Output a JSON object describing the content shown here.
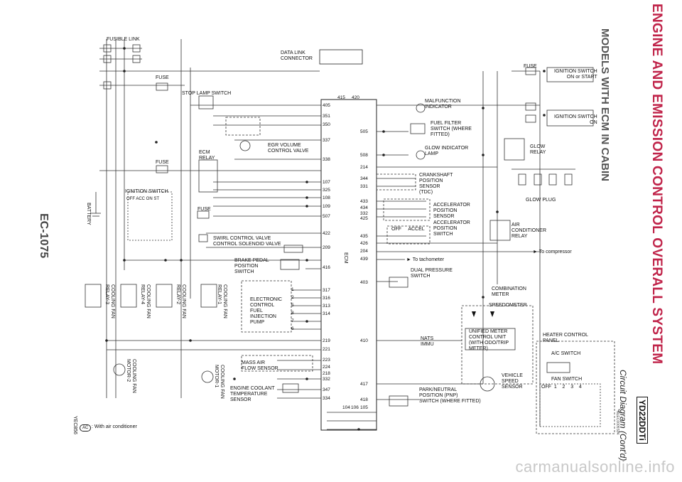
{
  "page": {
    "title": "ENGINE AND EMISSION CONTROL OVERALL SYSTEM",
    "subtitle": "MODELS WITH ECM IN CABIN",
    "continuation": "Circuit Diagram (Cont'd)",
    "model_badge": "YD22DDTi",
    "ref_code": "NLEC0005S04",
    "page_number": "EC-1075",
    "figure_code": "YEC856",
    "legend_badge": "AC",
    "legend_text": ": With air conditioner",
    "watermark": "carmanualsonline.info"
  },
  "ecm": {
    "name": "ECM"
  },
  "components_left": {
    "fusible_link": "FUSIBLE LINK",
    "fuse_1": "FUSE",
    "fuse_2": "FUSE",
    "fuse_3": "FUSE",
    "battery": "BATTERY",
    "ignition_switch": "IGNITION SWITCH",
    "ignition_positions": "OFF  ACC  ON  ST",
    "stop_lamp_switch": "STOP LAMP SWITCH",
    "ecm_relay": "ECM\nRELAY",
    "egr_volume_control_valve": "EGR VOLUME\nCONTROL VALVE",
    "data_link_connector": "DATA LINK\nCONNECTOR",
    "swirl_valve": "SWIRL CONTROL VALVE\nCONTROL SOLENOID VALVE",
    "brake_pedal_switch": "BRAKE PEDAL\nPOSITION\nSWITCH",
    "electronic_fuel_pump": "ELECTRONIC\nCONTROL\nFUEL\nINJECTION\nPUMP",
    "mass_air_flow": "MASS AIR\nFLOW SENSOR",
    "coolant_temp": "ENGINE COOLANT\nTEMPERATURE\nSENSOR",
    "cooling_fan_relay_3": "COOLING FAN\nRELAY-3",
    "cooling_fan_relay_4": "COOLING FAN\nRELAY-4",
    "cooling_fan_relay_2": "COOLING FAN\nRELAY-2",
    "cooling_fan_relay_1": "COOLING FAN\nRELAY-1",
    "cooling_fan_motor_2": "COOLING FAN\nMOTOR-2",
    "cooling_fan_motor_1": "COOLING FAN\nMOTOR-1"
  },
  "components_right": {
    "fuse": "FUSE",
    "ign_on_or_start": "IGNITION SWITCH\nON or START",
    "ign_on": "IGNITION SWITCH\nON",
    "malfunction_indicator": "MALFUNCTION\nINDICATOR",
    "fuel_filter_switch": "FUEL FILTER\nSWITCH (WHERE\nFITTED)",
    "glow_indicator_lamp": "GLOW INDICATOR\nLAMP",
    "glow_relay": "GLOW\nRELAY",
    "crankshaft_sensor": "CRANKSHAFT\nPOSITION\nSENSOR\n(TDC)",
    "glow_plug": "GLOW PLUG",
    "accel_position_sensor": "ACCELERATOR\nPOSITION\nSENSOR",
    "accel_position_switch": "ACCELERATOR\nPOSITION\nSWITCH",
    "accel_switch_states": "OFF     ACCEL",
    "air_conditioner_relay": "AIR\nCONDITIONER\nRELAY",
    "to_compressor": "► To compressor",
    "to_tachometer": "► To tachometer",
    "dual_pressure_switch": "DUAL PRESSURE\nSWITCH",
    "combination_meter": "COMBINATION\nMETER",
    "speedometer": "SPEEDOMETER",
    "unified_meter": "UNIFIED METER\nCONTROL UNIT\n(WITH ODO/TRIP\nMETER)",
    "nats_immu": "NATS\nIMMU",
    "heater_control_panel": "HEATER CONTROL\nPANEL",
    "ac_switch": "A/C SWITCH",
    "fan_switch": "FAN SWITCH",
    "fan_switch_positions": "OFF  1    2    3    4",
    "vehicle_speed_sensor": "VEHICLE\nSPEED\nSENSOR",
    "pnp_switch": "PARK/NEUTRAL\nPOSITION (PNP)\nSWITCH (WHERE FITTED)"
  },
  "ecm_pins_left": [
    "405",
    "351",
    "350",
    "337",
    "338",
    "107",
    "325",
    "108",
    "109",
    "507",
    "422",
    "209",
    "416",
    "317",
    "316",
    "313",
    "314",
    "219",
    "221",
    "223",
    "224",
    "218",
    "332",
    "347",
    "334"
  ],
  "ecm_pins_right": [
    "415",
    "420",
    "505",
    "508",
    "214",
    "344",
    "331",
    "433",
    "434",
    "332",
    "425",
    "435",
    "426",
    "204",
    "439",
    "403",
    "410",
    "417",
    "418",
    "104",
    "106",
    "105"
  ],
  "pump_terminals": [
    "1",
    "2",
    "5",
    "8",
    "7",
    "6"
  ]
}
